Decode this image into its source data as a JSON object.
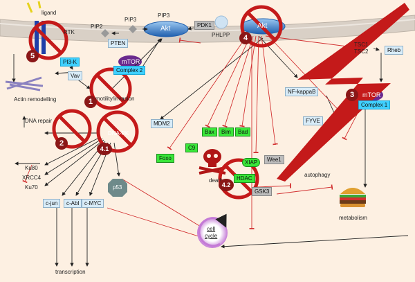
{
  "labels": {
    "ligand": "ligand",
    "rtk": "RTK",
    "pip2": "PIP2",
    "pip3_left": "PIP3",
    "pip3_right": "PIP3",
    "pten": "PTEN",
    "akt_left": "Akt",
    "akt_right": "Akt",
    "pdk1": "PDK1",
    "phlpp": "PHLPP",
    "pi3k": "PI3-K",
    "mtor_c2": "mTOR",
    "complex2": "Complex 2",
    "vav": "Vav",
    "actin": "Actin remodelling",
    "motility": "motility/invasion",
    "tsc": "TSC1\nTSC2",
    "rheb": "Rheb",
    "mtor_c1": "mTOR",
    "complex1": "Complex 1",
    "nfkb": "NF-kappaB",
    "fyve": "FYVE",
    "dna_repair": "DNA repair",
    "dnapk": "DNA-PK",
    "mdm2": "MDM2",
    "bax": "Bax",
    "bim": "Bim",
    "bad": "Bad",
    "c9": "C9",
    "foxo": "Foxo",
    "xiap": "XIAP",
    "wee1": "Wee1",
    "death": "death",
    "autophagy": "autophagy",
    "hdac": "HDAC",
    "gsk3": "GSK3",
    "ku80": "Ku80",
    "xrcc4": "XRCC4",
    "ku70": "Ku70",
    "p53": "p53",
    "cjun": "c-jun",
    "cabl": "c-Abl",
    "cmyc": "c-MYC",
    "cellcycle": "cell\ncycle",
    "metabolism": "metabolism",
    "transcription": "transcription"
  },
  "numbers": [
    "5",
    "4",
    "1",
    "3",
    "2",
    "4.1",
    "4.2"
  ],
  "colors": {
    "background": "#fdf0e2",
    "membrane": "#cfc6bc",
    "akt": "#2f7fd0",
    "inhibit_line": "#d23030",
    "mtor": "#6a2a8e",
    "prohibit": "#c41a1a",
    "bolt": "#c41a1a"
  }
}
